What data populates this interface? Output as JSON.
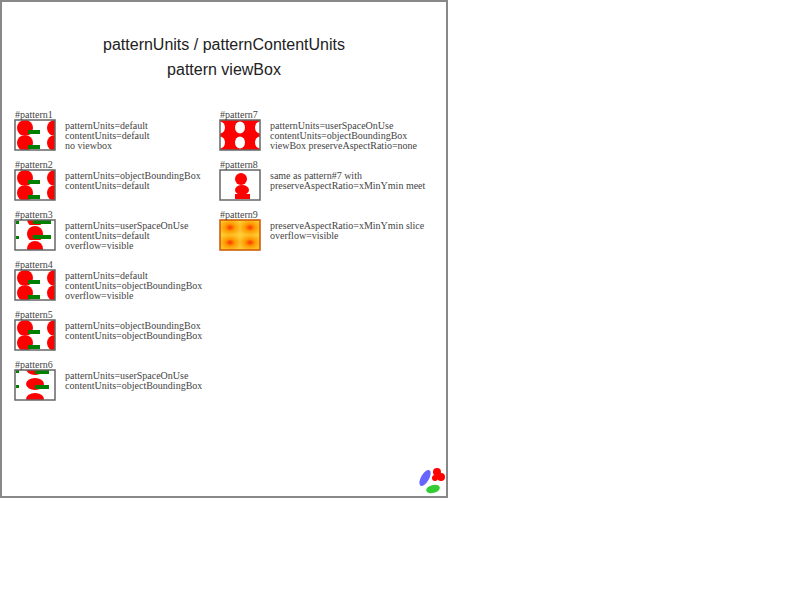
{
  "diagram": {
    "title": "patternUnits / patternContentUnits",
    "nodes": [
      {
        "text": [
          "#pattern1"
        ]
      },
      {
        "text": [
          "#pattern2"
        ]
      },
      {
        "text": [
          "#pattern3"
        ]
      },
      {
        "text": [
          "#pattern4"
        ]
      },
      {
        "text": [
          "#pattern5"
        ]
      },
      {
        "text": [
          "#pattern6"
        ]
      },
      {
        "text": [
          "#pattern7"
        ]
      },
      {
        "text": [
          "#pattern8"
        ]
      },
      {
        "text": [
          "#pattern9"
        ]
      }
    ],
    "labels": [
      "pattern viewBox",
      "patternUnits=default",
      "contentUnits=default",
      "no viewbox",
      "patternUnits=objectBoundingBox",
      "contentUnits=default",
      "patternUnits=userSpaceOnUse",
      "contentUnits=default",
      "overflow=visible",
      "patternUnits=default",
      "contentUnits=objectBoundingBox",
      "overflow=visible",
      "patternUnits=objectBoundingBox",
      "contentUnits=objectBoundingBox",
      "patternUnits=userSpaceOnUse",
      "contentUnits=objectBoundingBox",
      "patternUnits=userSpaceOnUse",
      "contentUnits=objectBoundingBox",
      "viewBox preserveAspectRatio=none",
      "same as pattern#7 with",
      "preserveAspectRatio=xMinYmin meet",
      "preserveAspectRatio=xMinYmin slice",
      "overflow=visible"
    ]
  }
}
